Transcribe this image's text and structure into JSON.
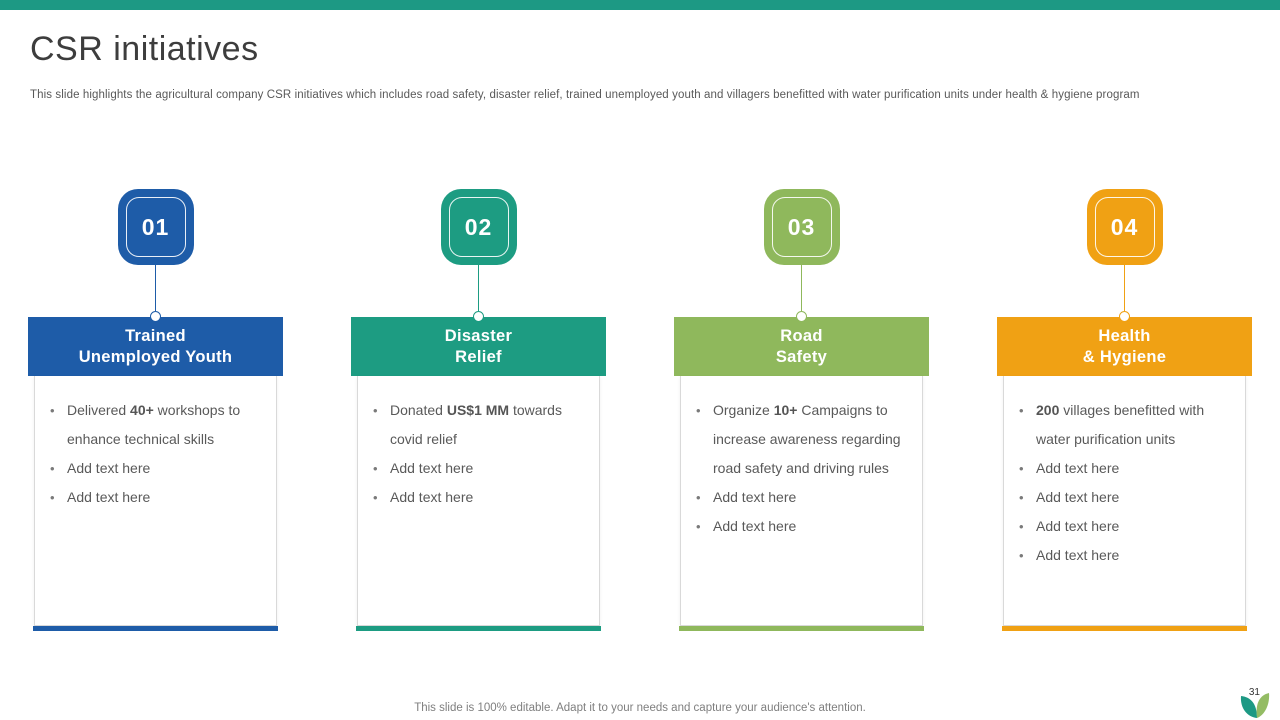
{
  "slide": {
    "title": "CSR initiatives",
    "subtitle": "This slide highlights the agricultural company CSR initiatives which includes road safety, disaster relief, trained unemployed youth and villagers benefitted with water purification units under health & hygiene program",
    "footer_note": "This slide is 100% editable. Adapt it to your needs and capture your audience's attention.",
    "page_number": "31"
  },
  "colors": {
    "top_bar": "#1d9984",
    "body_text": "#595959",
    "logo_leaf_left": "#1d9984",
    "logo_leaf_right": "#8eb85c"
  },
  "columns": [
    {
      "number": "01",
      "accent_color": "#1e5ca8",
      "title_lines": [
        "Trained",
        "Unemployed Youth"
      ],
      "bullets": [
        "Delivered **40+** workshops to enhance technical skills",
        "Add text here",
        "Add text here"
      ]
    },
    {
      "number": "02",
      "accent_color": "#1d9c82",
      "title_lines": [
        "Disaster",
        "Relief"
      ],
      "bullets": [
        "Donated **US$1 MM** towards covid relief",
        "Add text here",
        "Add text here"
      ]
    },
    {
      "number": "03",
      "accent_color": "#8fb85c",
      "title_lines": [
        "Road",
        "Safety"
      ],
      "bullets": [
        "Organize **10+** Campaigns to increase awareness regarding road safety and driving rules",
        "Add text here",
        "Add text here"
      ]
    },
    {
      "number": "04",
      "accent_color": "#f0a114",
      "title_lines": [
        "Health",
        "& Hygiene"
      ],
      "bullets": [
        "**200** villages benefitted with water purification units",
        "Add text here",
        "Add text here",
        "Add text here",
        "Add text here"
      ]
    }
  ]
}
